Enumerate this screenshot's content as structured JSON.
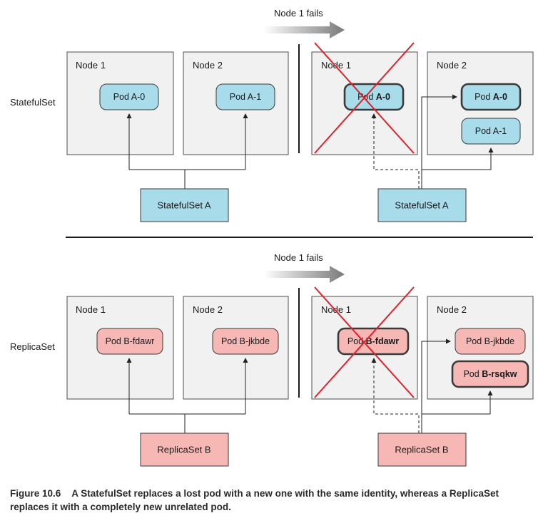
{
  "top": {
    "side_label": "StatefulSet",
    "fail_label": "Node 1 fails",
    "before": {
      "node1": {
        "label": "Node 1",
        "pod": "Pod A-0"
      },
      "node2": {
        "label": "Node 2",
        "pod": "Pod A-1"
      },
      "controller": "StatefulSet A"
    },
    "after": {
      "node1": {
        "label": "Node 1",
        "pod_prefix": "Pod ",
        "pod_bold": "A-0"
      },
      "node2": {
        "label": "Node 2",
        "new_pod_prefix": "Pod ",
        "new_pod_bold": "A-0",
        "pod": "Pod A-1"
      },
      "controller": "StatefulSet A"
    }
  },
  "bottom": {
    "side_label": "ReplicaSet",
    "fail_label": "Node 1 fails",
    "before": {
      "node1": {
        "label": "Node 1",
        "pod": "Pod B-fdawr"
      },
      "node2": {
        "label": "Node 2",
        "pod": "Pod B-jkbde"
      },
      "controller": "ReplicaSet B"
    },
    "after": {
      "node1": {
        "label": "Node 1",
        "pod_prefix": "Pod ",
        "pod_bold": "B-fdawr"
      },
      "node2": {
        "label": "Node 2",
        "pod": "Pod B-jkbde",
        "new_pod_prefix": "Pod ",
        "new_pod_bold": "B-rsqkw"
      },
      "controller": "ReplicaSet B"
    }
  },
  "caption": {
    "figure": "Figure 10.6",
    "text": "A StatefulSet replaces a lost pod with a new one with the same identity, whereas a ReplicaSet replaces it with a completely new unrelated pod."
  },
  "colors": {
    "stateful_pod": "#a9dcea",
    "replica_pod": "#f7b7b4",
    "node_fill": "#f1f1f1",
    "cross": "#e0202a"
  }
}
